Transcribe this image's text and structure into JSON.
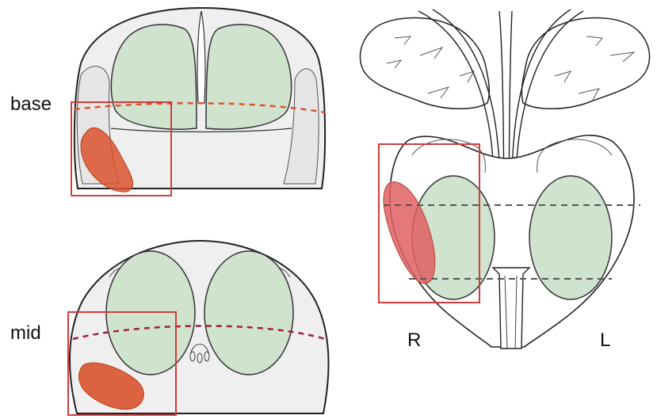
{
  "labels": {
    "base": "base",
    "mid": "mid",
    "right": "R",
    "left": "L"
  },
  "colors": {
    "outline": "#222222",
    "gland_fill": "#efefef",
    "transition_zone": "#cfe3cf",
    "lesion": "#d9532e",
    "lesion_coronal": "#e06060",
    "roi_box": "#d23c3c",
    "base_dash": "#e0532e",
    "mid_dash": "#a0223a",
    "coronal_dash": "#555555"
  }
}
